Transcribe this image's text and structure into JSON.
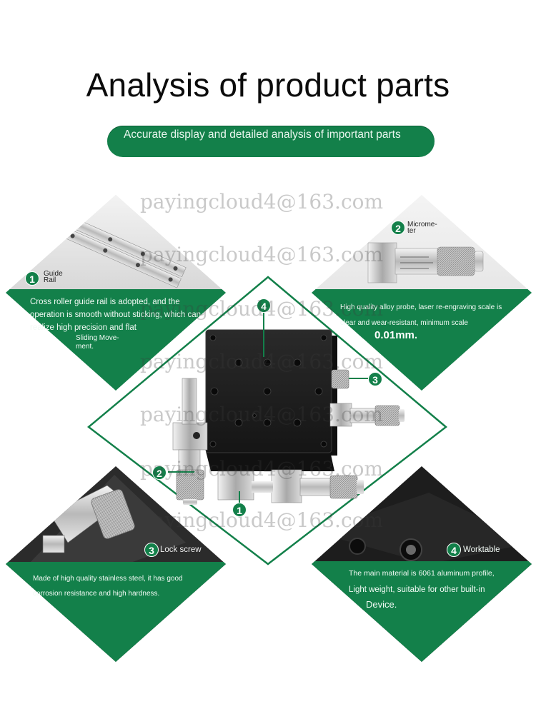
{
  "header": {
    "title": "Analysis of product parts",
    "subtitle": "Accurate display and detailed analysis of important parts"
  },
  "colors": {
    "brand_green": "#13804a",
    "dark_plate": "#1e1e1e"
  },
  "parts": {
    "p1": {
      "number": "1",
      "name": "Guide Rail",
      "desc": "Cross roller guide rail is adopted, and the operation is smooth without sticking, which can realize high precision and flat",
      "extra": "Sliding Move- ment."
    },
    "p2": {
      "number": "2",
      "name": "Microme- ter",
      "desc": "High quality alloy probe, laser re-engraving scale is clear and wear-resistant, minimum scale",
      "value": "0.01mm."
    },
    "p3": {
      "number": "3",
      "name": "Lock screw",
      "desc": "Made of high quality stainless steel, it has good corrosion resistance and high hardness."
    },
    "p4": {
      "number": "4",
      "name": "Worktable",
      "desc_line1": "The main material is 6061 aluminum profile,",
      "desc_line2": "Light weight, suitable for other built-in",
      "desc_line3": "Device."
    }
  },
  "callouts": {
    "c4": "4",
    "c3": "3",
    "c2": "2",
    "c1": "1"
  },
  "watermark": "payingcloud4@163.com"
}
